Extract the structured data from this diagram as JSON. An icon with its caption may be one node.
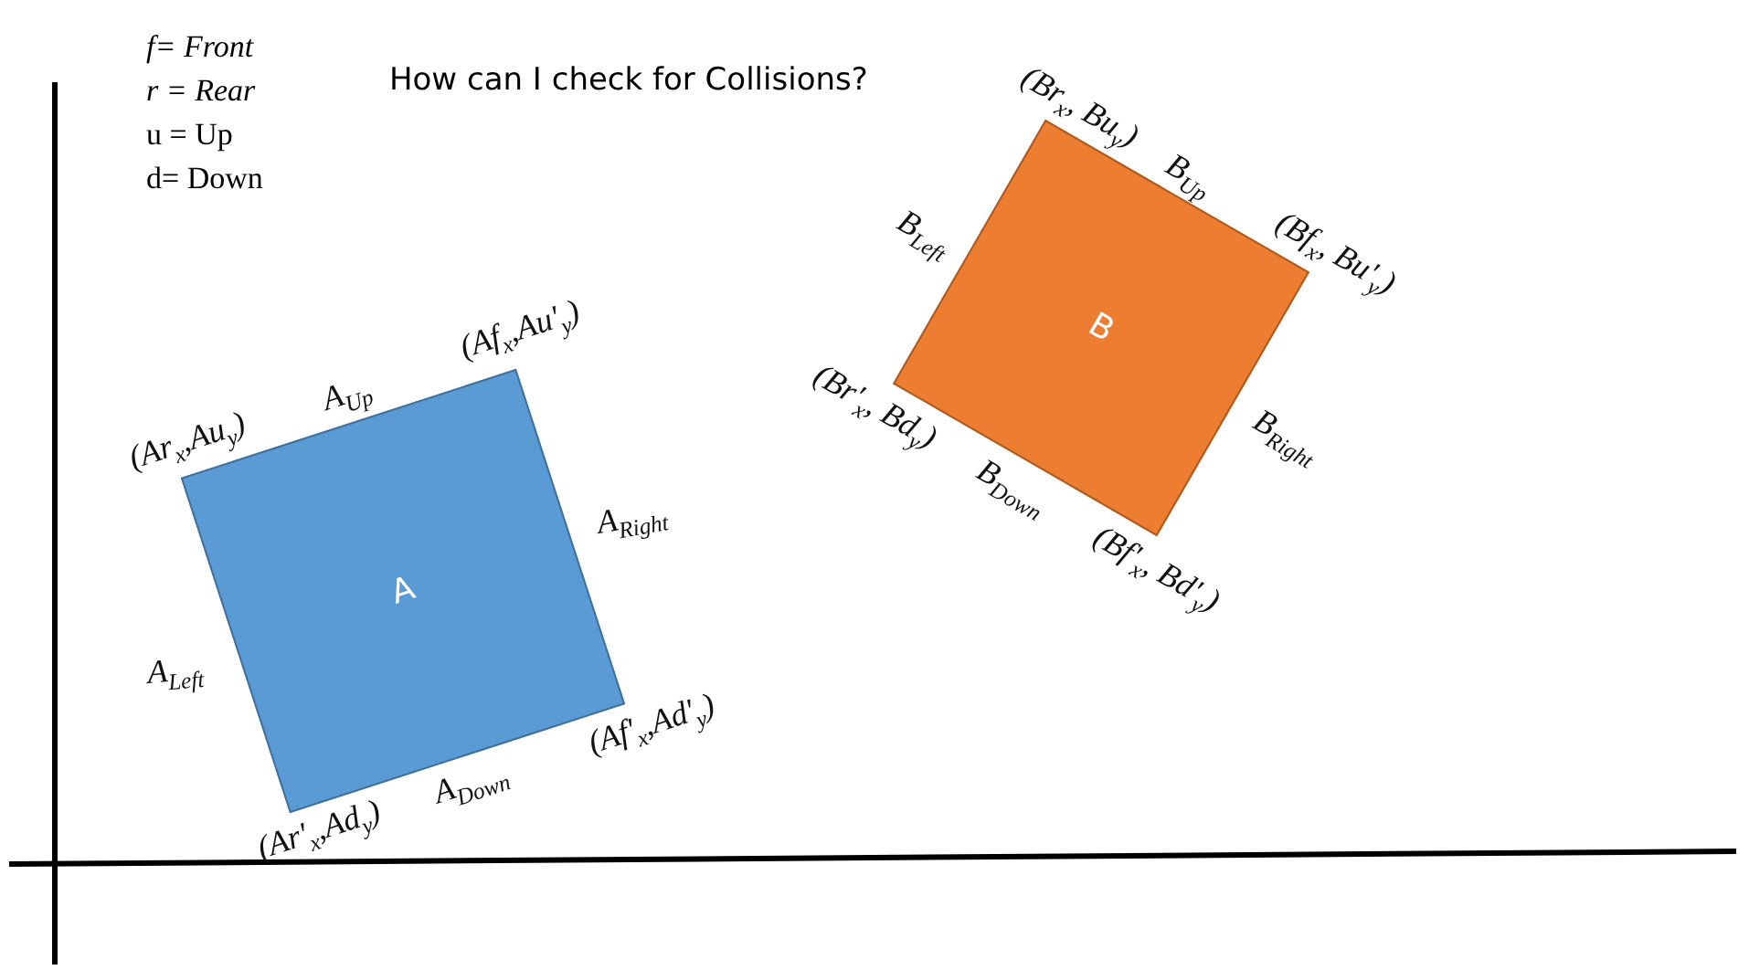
{
  "diagram": {
    "title": "How can I check for Collisions?",
    "nodes": [
      {
        "text": [
          "A"
        ]
      },
      {
        "text": [
          "B"
        ]
      }
    ],
    "edges": [],
    "labels": [
      "f= Front",
      "r = Rear",
      "u = Up",
      "d= Down",
      "(Ar$_{x}$,Au$_{y}$)",
      "A$_{Up}$",
      "(Af$_{x}$,Au'$_{y}$)",
      "A$_{Right}$",
      "A$_{Left}$",
      "(Af'$_{x}$,Ad'$_{y}$)",
      "A$_{Down}$",
      "(Ar'$_{x}$,Ad$_{y}$)",
      "(Br$_{x}$, Bu$_{y}$)",
      "B$_{Up}$",
      "(Bf$_{x}$, Bu'$_{y}$)",
      "B$_{Left}$",
      "B$_{Right}$",
      "(Br'$_{x}$, Bd$_{y}$)",
      "B$_{Down}$",
      "(Bf'$_{x}$, Bd'$_{y}$)"
    ]
  }
}
